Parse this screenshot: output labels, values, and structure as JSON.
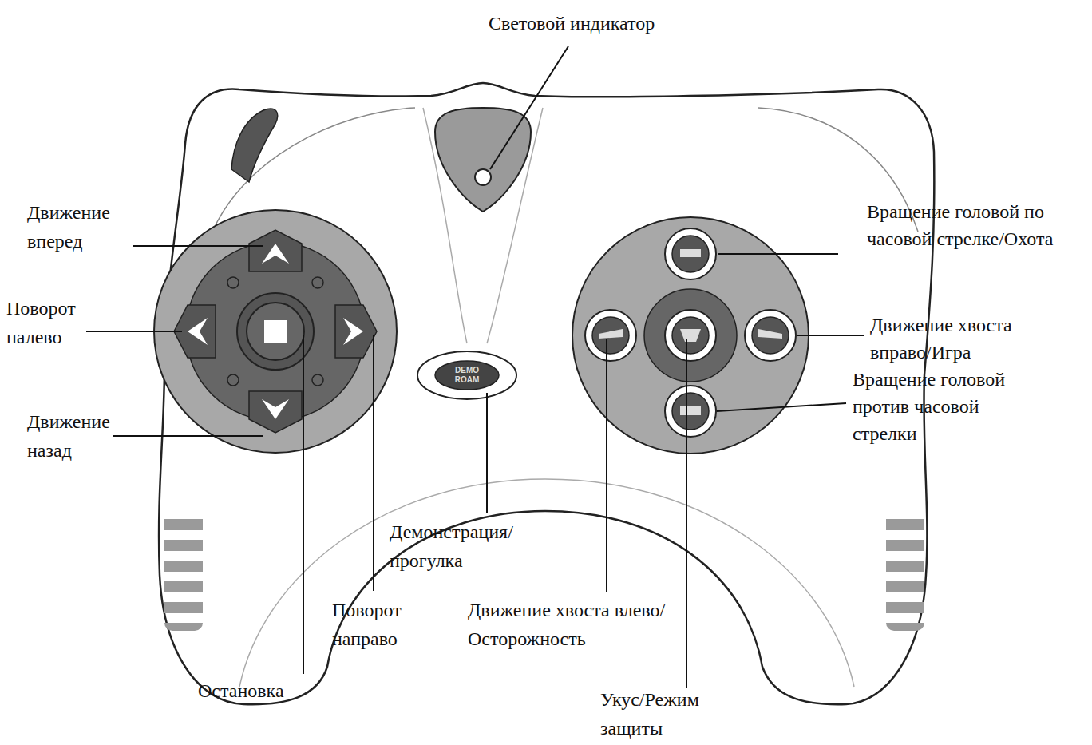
{
  "diagram": {
    "labels": [
      "Световой индикатор",
      "Движение вперед",
      "Поворот налево",
      "Движение назад",
      "Вращение головой по часовой стрелке/Охота",
      "Движение хвоста вправо/Игра",
      "Вращение головой против часовой стрелки",
      "Демонстрация/ прогулка",
      "Поворот направо",
      "Движение хвоста влево/Осторожность",
      "Остановка",
      "Укус/Режим защиты",
      "DEMO ROAM"
    ]
  }
}
